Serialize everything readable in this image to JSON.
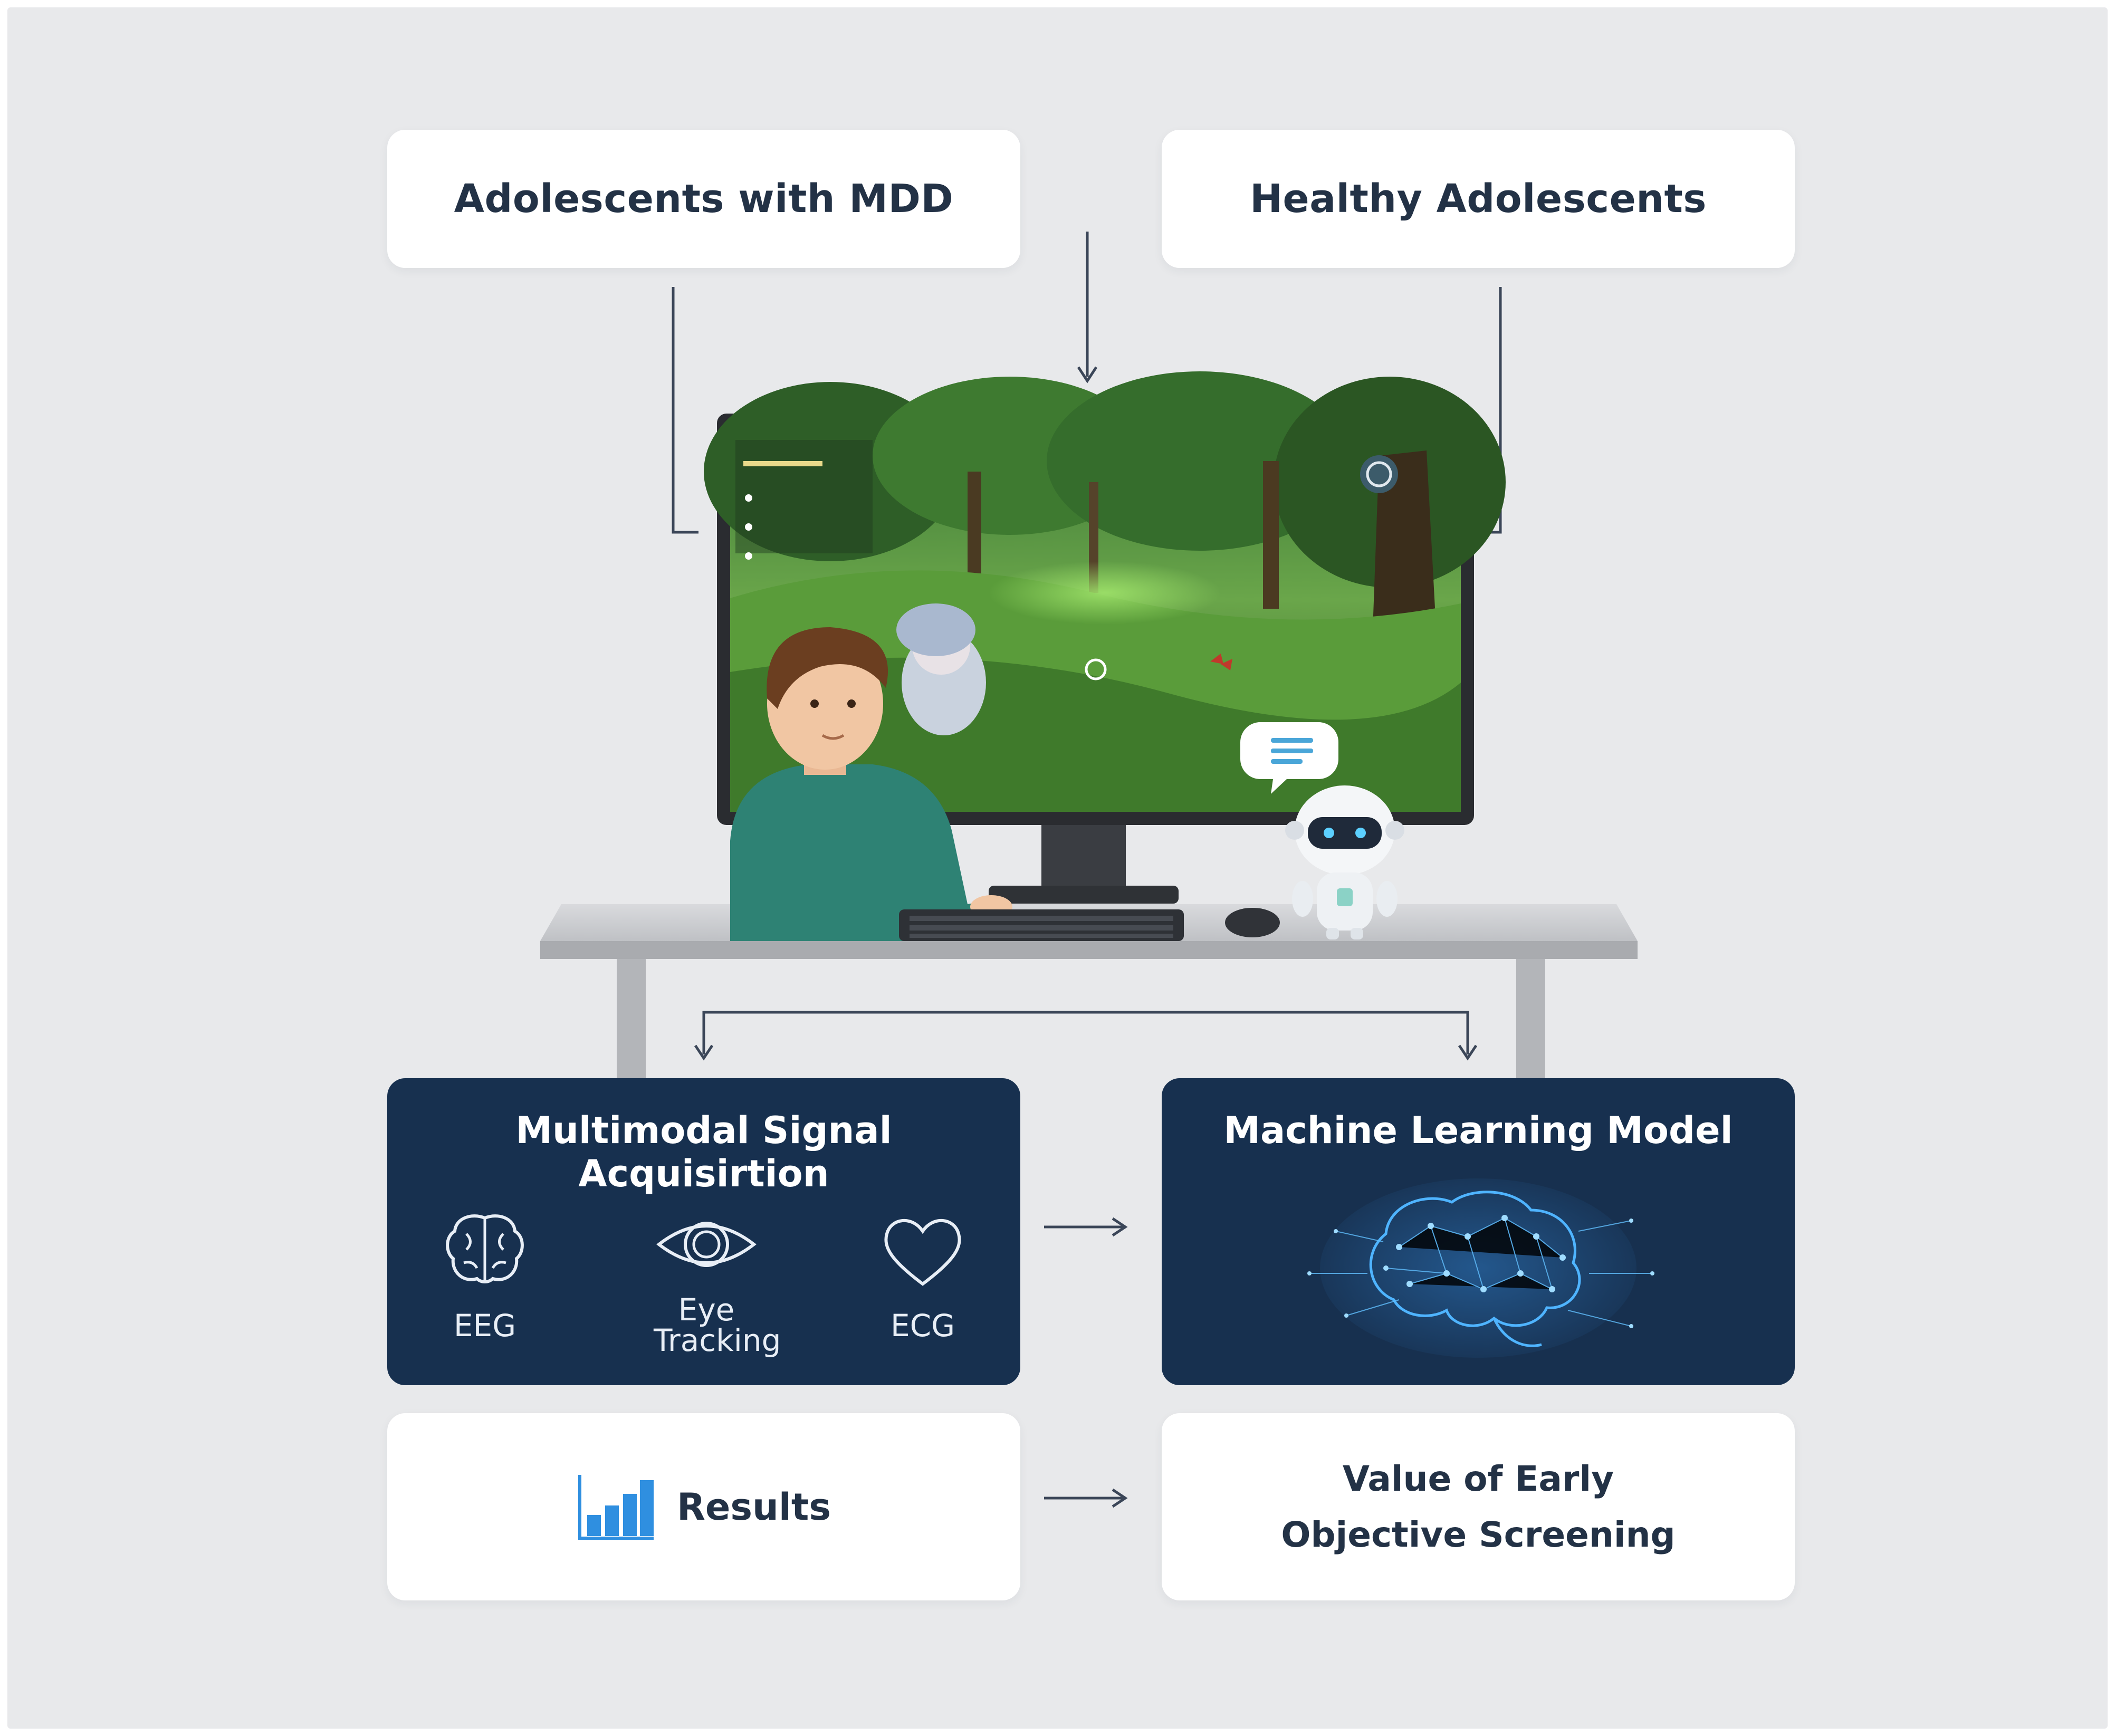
{
  "groups": {
    "mdd": "Adolescents with MDD",
    "healthy": "Healthy Adolescents"
  },
  "acquisition": {
    "title": "Multimodal Signal Acquisirtion",
    "signals": [
      {
        "label": "EEG",
        "icon": "brain-icon"
      },
      {
        "label": "Eye Tracking",
        "icon": "eye-icon"
      },
      {
        "label": "ECG",
        "icon": "heart-icon"
      }
    ]
  },
  "model": {
    "title": "Machine Learning Model",
    "icon": "neural-brain-icon"
  },
  "results": {
    "label": "Results",
    "icon": "bar-chart-icon"
  },
  "value": {
    "line1": "Value of Early",
    "line2": "Objective Screening"
  },
  "colors": {
    "background": "#e8e9eb",
    "navy": "#17304f",
    "text_dark": "#233246",
    "accent_blue": "#2f8fe0"
  }
}
